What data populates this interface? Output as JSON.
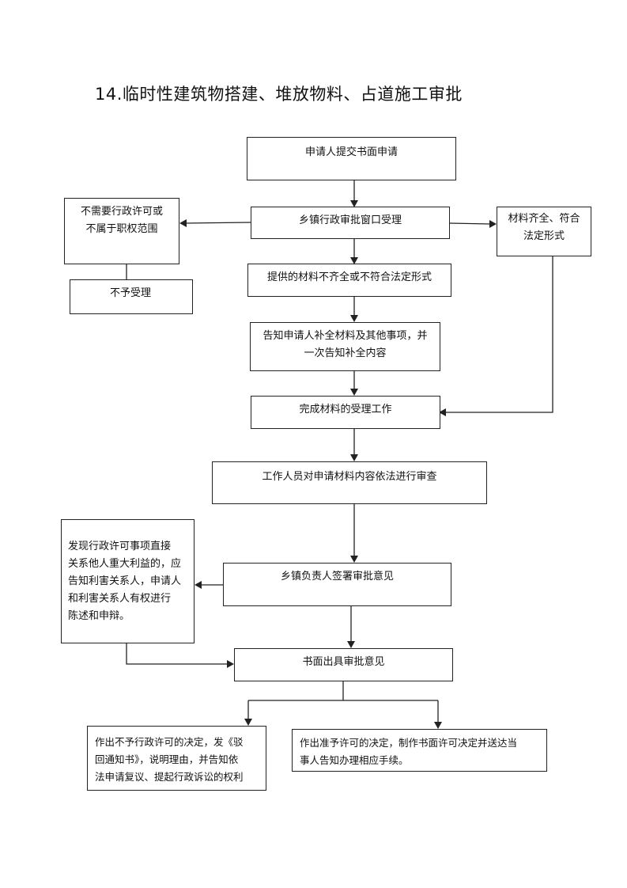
{
  "title": "14.临时性建筑物搭建、堆放物料、占道施工审批",
  "nodes": {
    "apply": "申请人提交书面申请",
    "accept": "乡镇行政审批窗口受理",
    "not_needed": "不需要行政许可或\n不属于职权范围",
    "reject_accept": "不予受理",
    "complete_form": "材料齐全、符合\n法定形式",
    "incomplete": "提供的材料不齐全或不符合法定形式",
    "notify_supplement": "告知申请人补全材料及其他事项，并\n一次告知补全内容",
    "finish_accept": "完成材料的受理工作",
    "review": "工作人员对申请材料内容依法进行审查",
    "interest_notice": "发现行政许可事项直接\n关系他人重大利益的，应\n告知利害关系人，申请人\n和利害关系人有权进行\n陈述和申辩。",
    "leader_sign": "乡镇负责人签署审批意见",
    "written_opinion": "书面出具审批意见",
    "deny": "作出不予行政许可的决定，发《驳\n回通知书》，说明理由，并告知依\n法申请复议、提起行政诉讼的权利",
    "grant": "作出准予许可的决定，制作书面许可决定并送达当\n事人告知办理相应手续。"
  }
}
